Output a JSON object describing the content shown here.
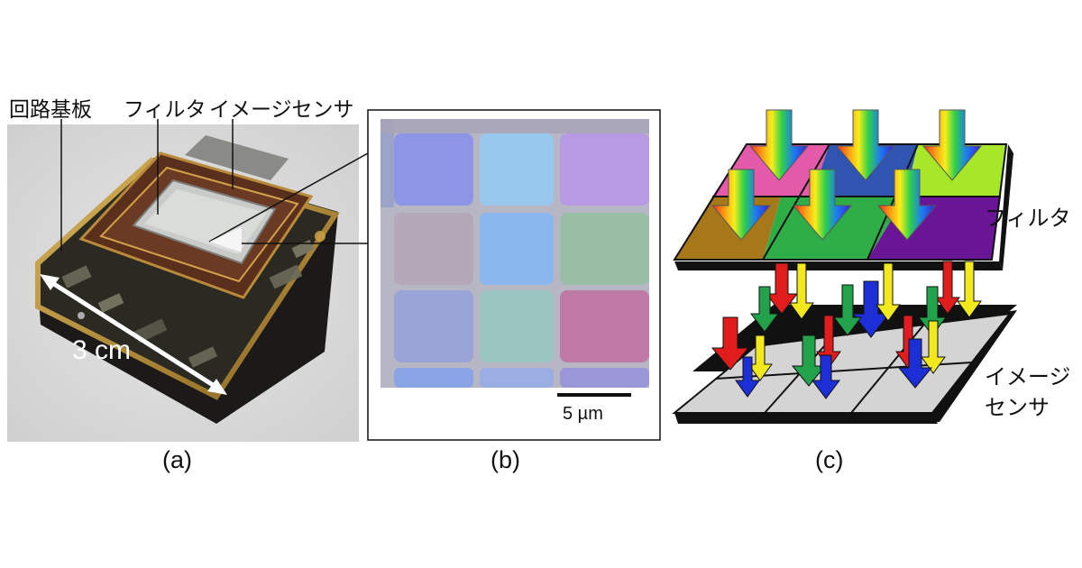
{
  "panel_a": {
    "label_circuit_board": "回路基板",
    "label_filter": "フィルタ",
    "label_image_sensor": "イメージセンサ",
    "dimension": "3 cm",
    "caption": "(a)"
  },
  "panel_b": {
    "scale_bar": "5 µm",
    "caption": "(b)"
  },
  "panel_c": {
    "label_filter": "フィルタ",
    "label_sensor_line1": "イメージ",
    "label_sensor_line2": "センサ",
    "caption": "(c)"
  },
  "colors": {
    "filter_cells": [
      "#e35aa8",
      "#2f55b0",
      "#a8e62a",
      "#a6781a",
      "#2fae48",
      "#6a1596"
    ],
    "arrow_red": "#e11c1c",
    "arrow_green": "#22a24a",
    "arrow_blue": "#1c2fd6",
    "arrow_yellow": "#f2e81e",
    "sensor_gray": "#d4d4d4"
  }
}
